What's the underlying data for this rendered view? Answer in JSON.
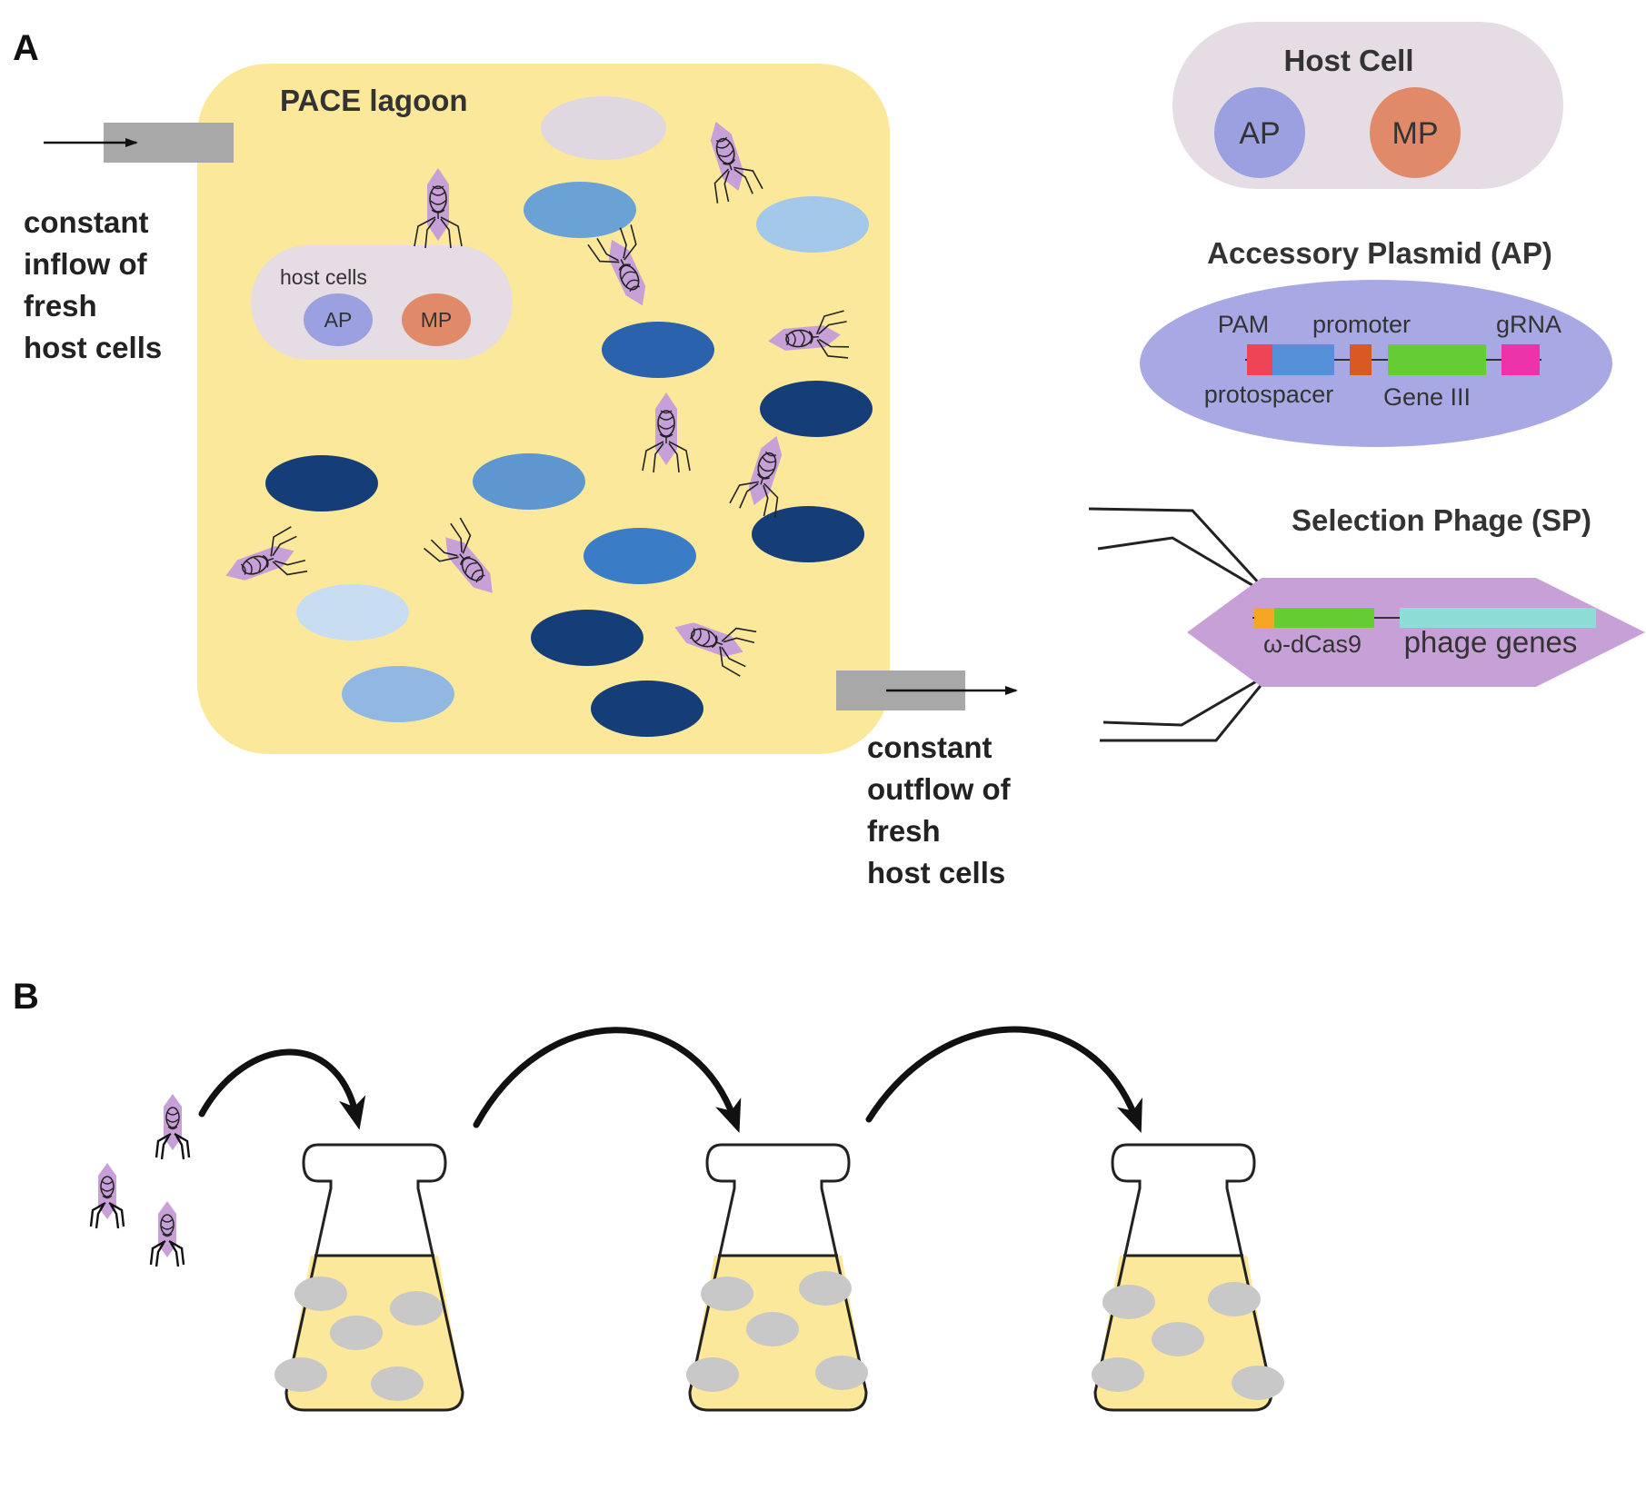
{
  "panel_a": {
    "label": "A",
    "lagoon": {
      "title": "PACE lagoon"
    },
    "inflow": {
      "lines": [
        "constant",
        "inflow of",
        "fresh",
        "host cells"
      ]
    },
    "outflow": {
      "lines": [
        "constant",
        "outflow of",
        "fresh",
        "host cells"
      ]
    },
    "inner_host": {
      "title": "host cells",
      "ap": "AP",
      "mp": "MP"
    },
    "cell_colors": [
      "#e0d8e0",
      "#6aa2d6",
      "#a4c8ea",
      "#2a62ae",
      "#153e78",
      "#5e96d0",
      "#3a7cc6",
      "#c8dcf2",
      "#90b8e2"
    ]
  },
  "host_cell": {
    "title": "Host Cell",
    "ap": "AP",
    "mp": "MP"
  },
  "accessory_plasmid": {
    "title": "Accessory Plasmid (AP)",
    "labels": {
      "pam": "PAM",
      "promoter": "promoter",
      "grna": "gRNA",
      "protospacer": "protospacer",
      "gene3": "Gene III"
    },
    "colors": {
      "pam": "#ee4455",
      "protospacer": "#5590d8",
      "promoter": "#d85a22",
      "gene3": "#66cc33",
      "grna": "#ee33aa"
    }
  },
  "selection_phage": {
    "title": "Selection Phage (SP)",
    "labels": {
      "dcas9": "ω-dCas9",
      "phage_genes": "phage genes"
    },
    "colors": {
      "omega": "#f5a623",
      "dcas9": "#66cc33",
      "phage_genes": "#8edcd6",
      "body": "#c8a0d8"
    }
  },
  "panel_b": {
    "label": "B",
    "flask_count": 3
  },
  "colors": {
    "lagoon": "#fbe89a",
    "host_bg": "#e6dce4",
    "ap": "#9aa0e0",
    "mp": "#e08a6a",
    "plasmid": "#a8a8e4",
    "phage": "#c8a0d8",
    "tube": "#a8a8a8",
    "media": "#fbe89a",
    "particle": "#c8c8c8"
  }
}
